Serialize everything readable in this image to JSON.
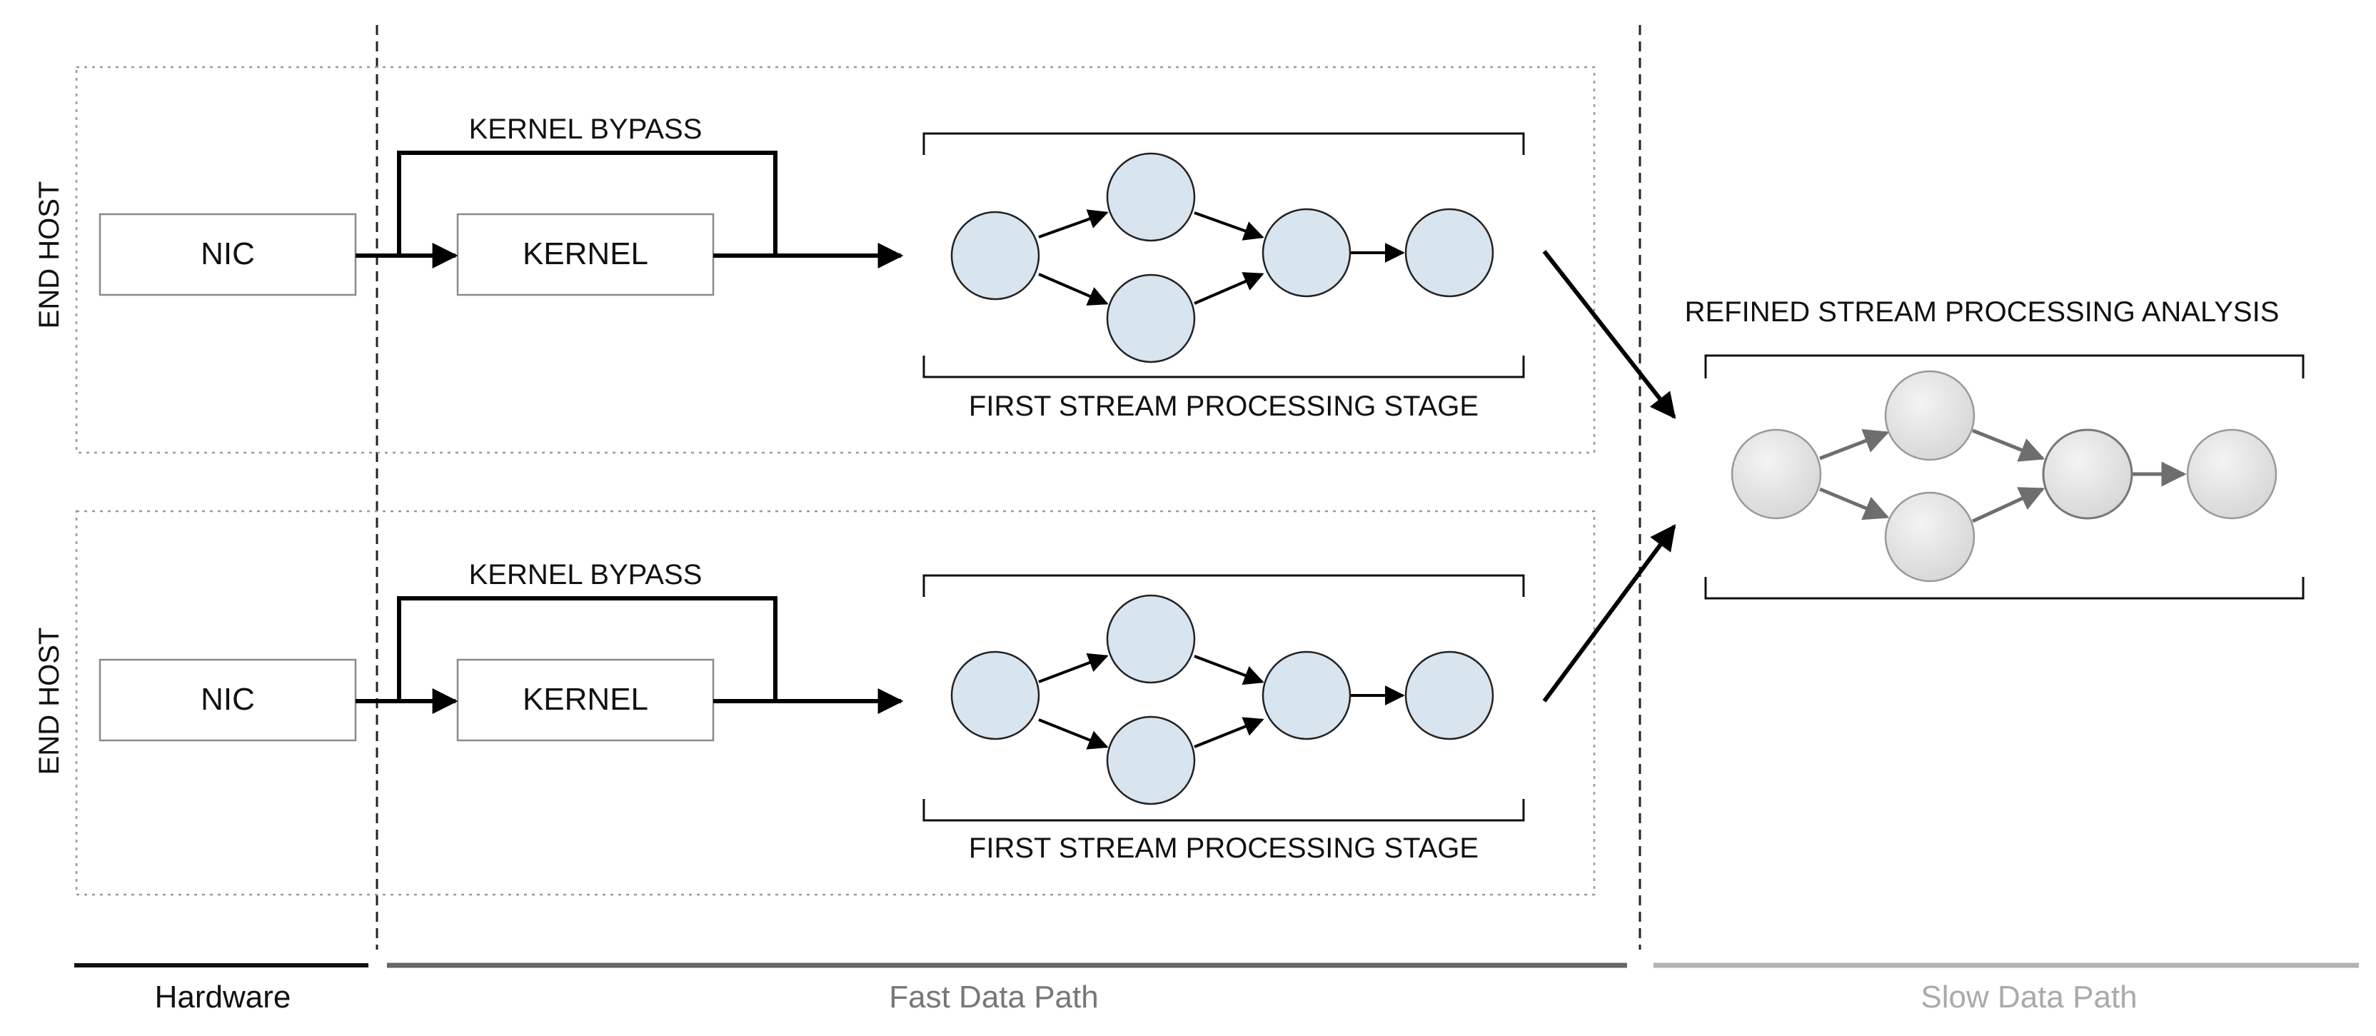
{
  "hosts": [
    {
      "side_label": "END HOST",
      "nic_label": "NIC",
      "kernel_label": "KERNEL",
      "bypass_label": "KERNEL BYPASS",
      "stage_label": "FIRST STREAM PROCESSING STAGE"
    },
    {
      "side_label": "END HOST",
      "nic_label": "NIC",
      "kernel_label": "KERNEL",
      "bypass_label": "KERNEL BYPASS",
      "stage_label": "FIRST STREAM PROCESSING STAGE"
    }
  ],
  "refined": {
    "label": "REFINED STREAM PROCESSING ANALYSIS"
  },
  "footer": {
    "hardware_label": "Hardware",
    "fast_label": "Fast Data Path",
    "slow_label": "Slow Data Path"
  },
  "colors": {
    "stage_node_fill": "#d8e4ee",
    "refined_node_fill": "#e6e6e6",
    "hardware_line": "#111111",
    "fast_line": "#666666",
    "slow_line": "#b3b3b3",
    "fast_text": "#777777",
    "slow_text": "#aaaaaa"
  }
}
